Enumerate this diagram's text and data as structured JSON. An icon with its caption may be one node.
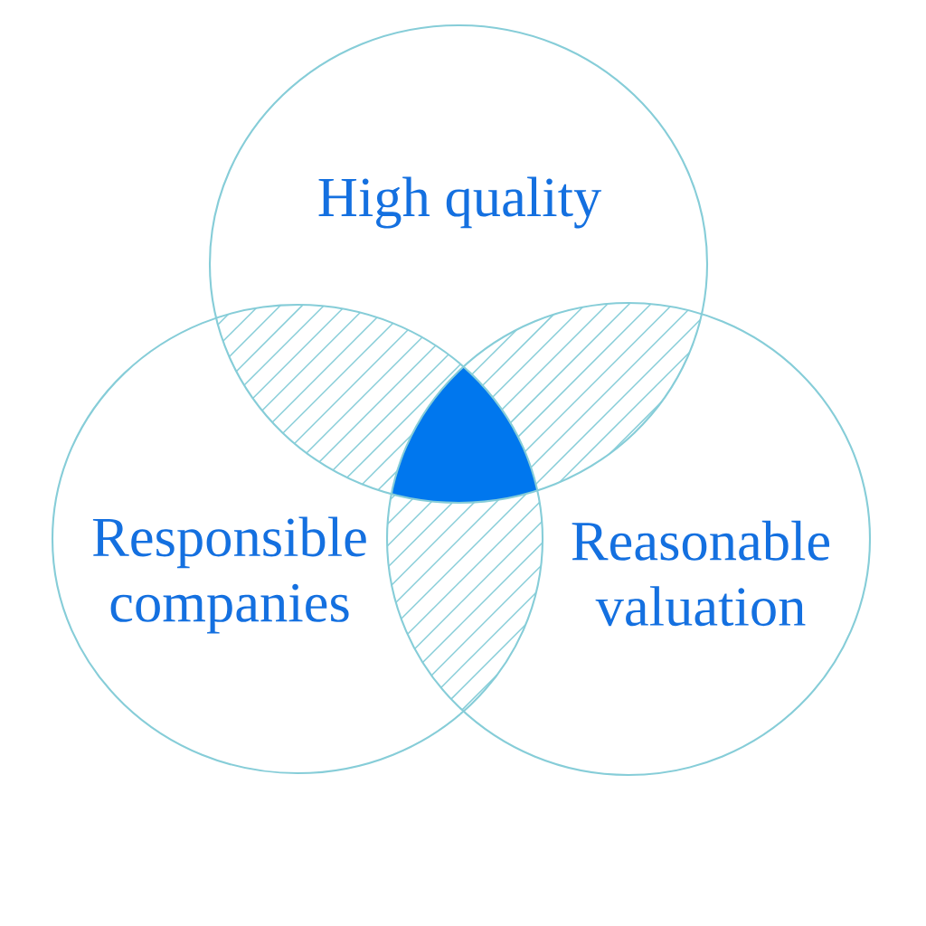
{
  "diagram": {
    "nodes": [
      {
        "text": [
          "High quality"
        ]
      },
      {
        "text": [
          "Responsible companies"
        ]
      },
      {
        "text": [
          "Reasonable valuation"
        ]
      },
      {
        "text": [],
        "shape": "triangle"
      }
    ]
  }
}
